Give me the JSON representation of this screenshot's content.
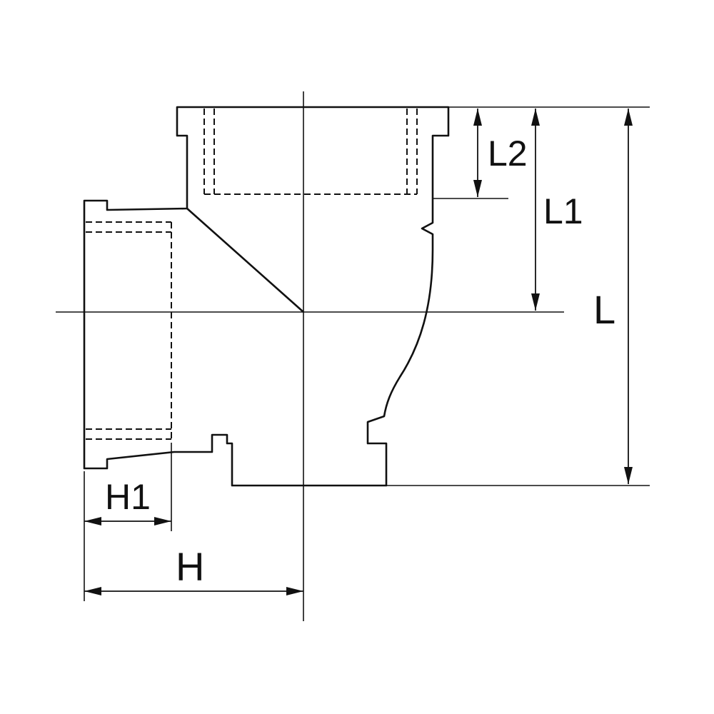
{
  "diagram": {
    "dimension_labels": {
      "l2": "L2",
      "l1": "L1",
      "l": "L",
      "h1": "H1",
      "h": "H"
    },
    "colors": {
      "line": "#111111",
      "background": "#ffffff"
    }
  }
}
